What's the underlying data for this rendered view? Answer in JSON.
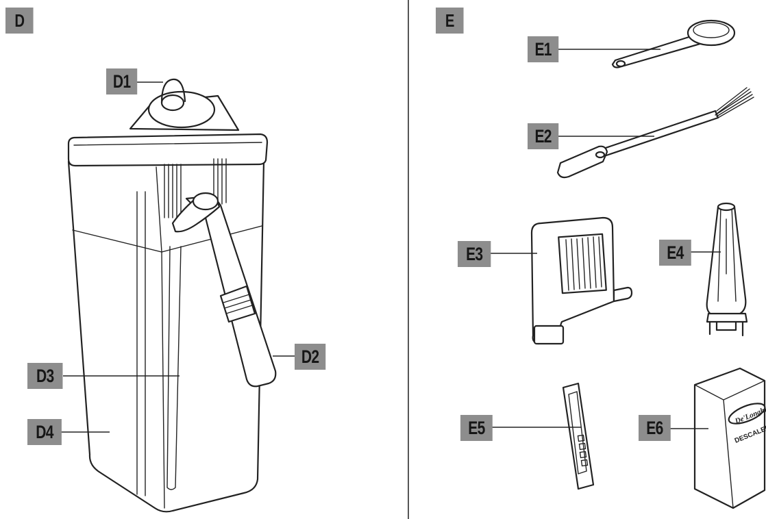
{
  "section_d": {
    "label": "D",
    "parts": {
      "d1": "D1",
      "d2": "D2",
      "d3": "D3",
      "d4": "D4"
    }
  },
  "section_e": {
    "label": "E",
    "parts": {
      "e1": "E1",
      "e2": "E2",
      "e3": "E3",
      "e4": "E4",
      "e5": "E5",
      "e6": "E6"
    }
  },
  "descaler_box": {
    "brand": "De'Longhi",
    "product": "DESCALER"
  },
  "colors": {
    "badge_fill": "#8d8d8d",
    "line": "#222222",
    "divider": "#555555"
  }
}
